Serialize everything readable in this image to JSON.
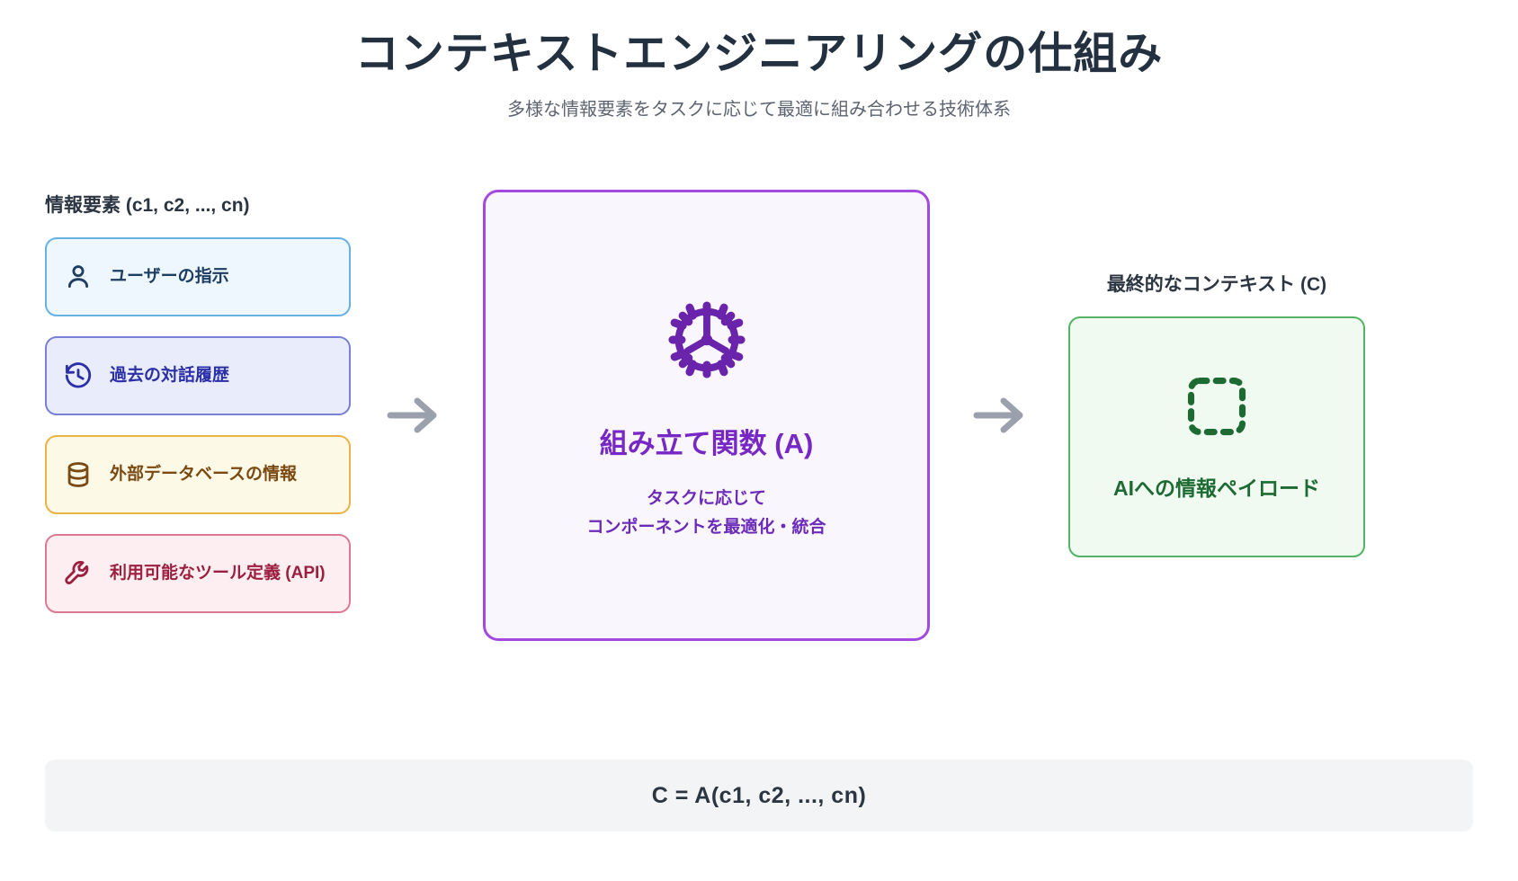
{
  "header": {
    "title": "コンテキストエンジニアリングの仕組み",
    "subtitle": "多様な情報要素をタスクに応じて最適に組み合わせる技術体系"
  },
  "inputs": {
    "label": "情報要素 (c1, c2, ..., cn)",
    "items": [
      {
        "text": "ユーザーの指示",
        "icon": "user-icon",
        "color": "#67b2e3"
      },
      {
        "text": "過去の対話履歴",
        "icon": "history-clock-icon",
        "color": "#7a80d6"
      },
      {
        "text": "外部データベースの情報",
        "icon": "database-icon",
        "color": "#e8b443"
      },
      {
        "text": "利用可能なツール定義 (API)",
        "icon": "wrench-icon",
        "color": "#dc7a95"
      }
    ]
  },
  "arrows": {
    "first": "arrow-right-icon",
    "second": "arrow-right-icon",
    "color": "#9aa1ac"
  },
  "process": {
    "icon": "gear-icon",
    "title": "組み立て関数 (A)",
    "desc_line1": "タスクに応じて",
    "desc_line2": "コンポーネントを最適化・統合",
    "accent": "#a249e0"
  },
  "output": {
    "label": "最終的なコンテキスト (C)",
    "icon": "dashed-square-icon",
    "text": "AIへの情報ペイロード",
    "accent": "#53b365"
  },
  "formula": {
    "text": "C = A(c1, c2, ..., cn)"
  }
}
